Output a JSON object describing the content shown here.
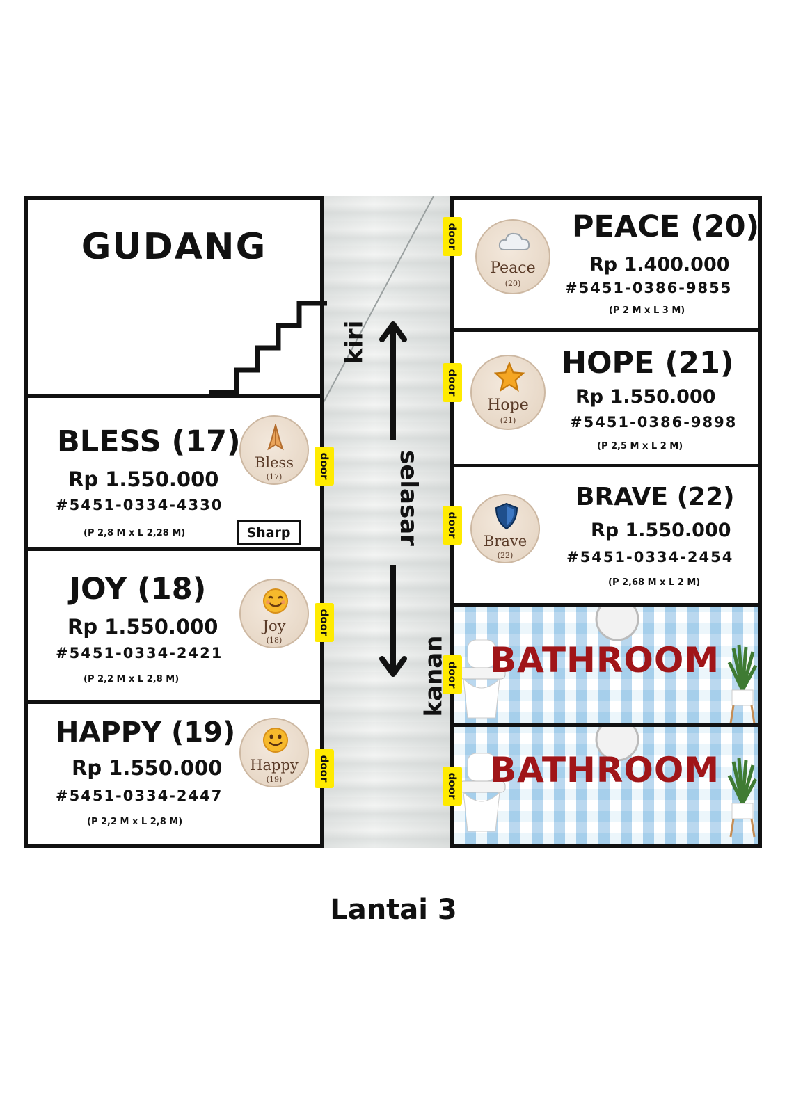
{
  "storage": {
    "label": "GUDANG"
  },
  "corridor": {
    "label": "selasar",
    "left_label": "kiri",
    "right_label": "kanan"
  },
  "door_label": "door",
  "left_rooms": [
    {
      "title": "BLESS (17)",
      "price": "Rp 1.550.000",
      "account": "#5451-0334-4330",
      "size": "(P 2,8 M x L 2,28 M)",
      "badge_name": "Bless",
      "badge_num": "(17)",
      "icon": "praying-hands-icon"
    },
    {
      "title": "JOY (18)",
      "price": "Rp 1.550.000",
      "account": "#5451-0334-2421",
      "size": "(P 2,2 M x L 2,8 M)",
      "badge_name": "Joy",
      "badge_num": "(18)",
      "icon": "smiling-face-icon"
    },
    {
      "title": "HAPPY (19)",
      "price": "Rp 1.550.000",
      "account": "#5451-0334-2447",
      "size": "(P 2,2 M x L 2,8 M)",
      "badge_name": "Happy",
      "badge_num": "(19)",
      "icon": "happy-face-icon"
    }
  ],
  "sharp_label": "Sharp",
  "right_rooms": [
    {
      "title": "PEACE (20)",
      "price": "Rp 1.400.000",
      "account": "#5451-0386-9855",
      "size": "(P 2 M x L 3 M)",
      "badge_name": "Peace",
      "badge_num": "(20)",
      "icon": "cloud-icon"
    },
    {
      "title": "HOPE (21)",
      "price": "Rp 1.550.000",
      "account": "#5451-0386-9898",
      "size": "(P 2,5 M x L 2 M)",
      "badge_name": "Hope",
      "badge_num": "(21)",
      "icon": "star-icon"
    },
    {
      "title": "BRAVE (22)",
      "price": "Rp 1.550.000",
      "account": "#5451-0334-2454",
      "size": "(P 2,68 M x L 2 M)",
      "badge_name": "Brave",
      "badge_num": "(22)",
      "icon": "shield-icon"
    }
  ],
  "bathrooms": [
    {
      "label": "BATHROOM"
    },
    {
      "label": "BATHROOM"
    }
  ],
  "floor_label": "Lantai 3",
  "colors": {
    "door": "#ffeb00",
    "bathroom_text": "#a01518",
    "outline": "#111111"
  }
}
